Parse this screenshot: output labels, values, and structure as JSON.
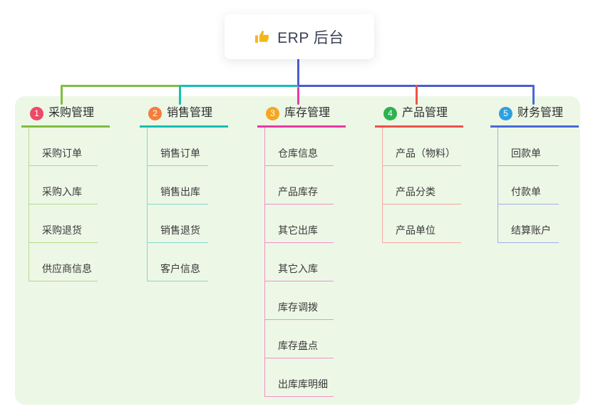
{
  "root": {
    "title": "ERP 后台",
    "icon": "thumbs-up-icon",
    "icon_color": "#f3b71e"
  },
  "colors": {
    "connector_blue": "#4a5cd2",
    "panel_bg": "#edf7e6"
  },
  "branches": [
    {
      "index": "1",
      "label": "采购管理",
      "badge_color": "#ec4a66",
      "line_color": "#7ebf40",
      "line_light": "#b5d98b",
      "items": [
        "采购订单",
        "采购入库",
        "采购退货",
        "供应商信息"
      ]
    },
    {
      "index": "2",
      "label": "销售管理",
      "badge_color": "#f57d3a",
      "line_color": "#16bfb2",
      "line_light": "#82d9cd",
      "items": [
        "销售订单",
        "销售出库",
        "销售退货",
        "客户信息"
      ]
    },
    {
      "index": "3",
      "label": "库存管理",
      "badge_color": "#f6a623",
      "line_color": "#e93aa2",
      "line_light": "#f292cb",
      "items": [
        "仓库信息",
        "产品库存",
        "其它出库",
        "其它入库",
        "库存调拨",
        "库存盘点",
        "出库库明细"
      ]
    },
    {
      "index": "4",
      "label": "产品管理",
      "badge_color": "#2cb24e",
      "line_color": "#f05149",
      "line_light": "#f8a7a2",
      "items": [
        "产品（物料）",
        "产品分类",
        "产品单位"
      ]
    },
    {
      "index": "5",
      "label": "财务管理",
      "badge_color": "#2e9fe0",
      "line_color": "#4a68d8",
      "line_light": "#9fb0e8",
      "items": [
        "回款单",
        "付款单",
        "结算账户"
      ]
    }
  ]
}
